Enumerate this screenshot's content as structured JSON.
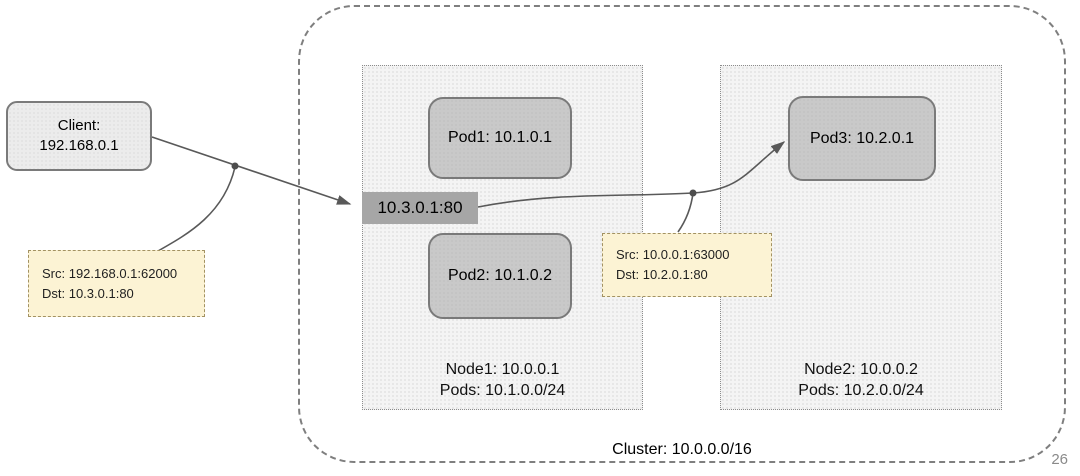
{
  "page": {
    "slide_number": "26"
  },
  "client": {
    "line1": "Client:",
    "line2": "192.168.0.1"
  },
  "service": {
    "label": "10.3.0.1:80"
  },
  "cluster": {
    "label": "Cluster: 10.0.0.0/16"
  },
  "node1": {
    "line1": "Node1: 10.0.0.1",
    "line2": "Pods: 10.1.0.0/24",
    "pods": [
      {
        "label": "Pod1: 10.1.0.1"
      },
      {
        "label": "Pod2: 10.1.0.2"
      }
    ]
  },
  "node2": {
    "line1": "Node2: 10.0.0.2",
    "line2": "Pods: 10.2.0.0/24",
    "pods": [
      {
        "label": "Pod3: 10.2.0.1"
      }
    ]
  },
  "note1": {
    "line1": "Src: 192.168.0.1:62000",
    "line2": "Dst: 10.3.0.1:80"
  },
  "note2": {
    "line1": "Src: 10.0.0.1:63000",
    "line2": "Dst: 10.2.0.1:80"
  },
  "colors": {
    "note_bg": "#fcf3d4",
    "pod_fill": "#c9c9c9",
    "node_fill": "#f4f4f4",
    "client_fill": "#ececec",
    "service_fill": "#a6a6a6",
    "line": "#595959",
    "border": "#7f7f7f"
  }
}
